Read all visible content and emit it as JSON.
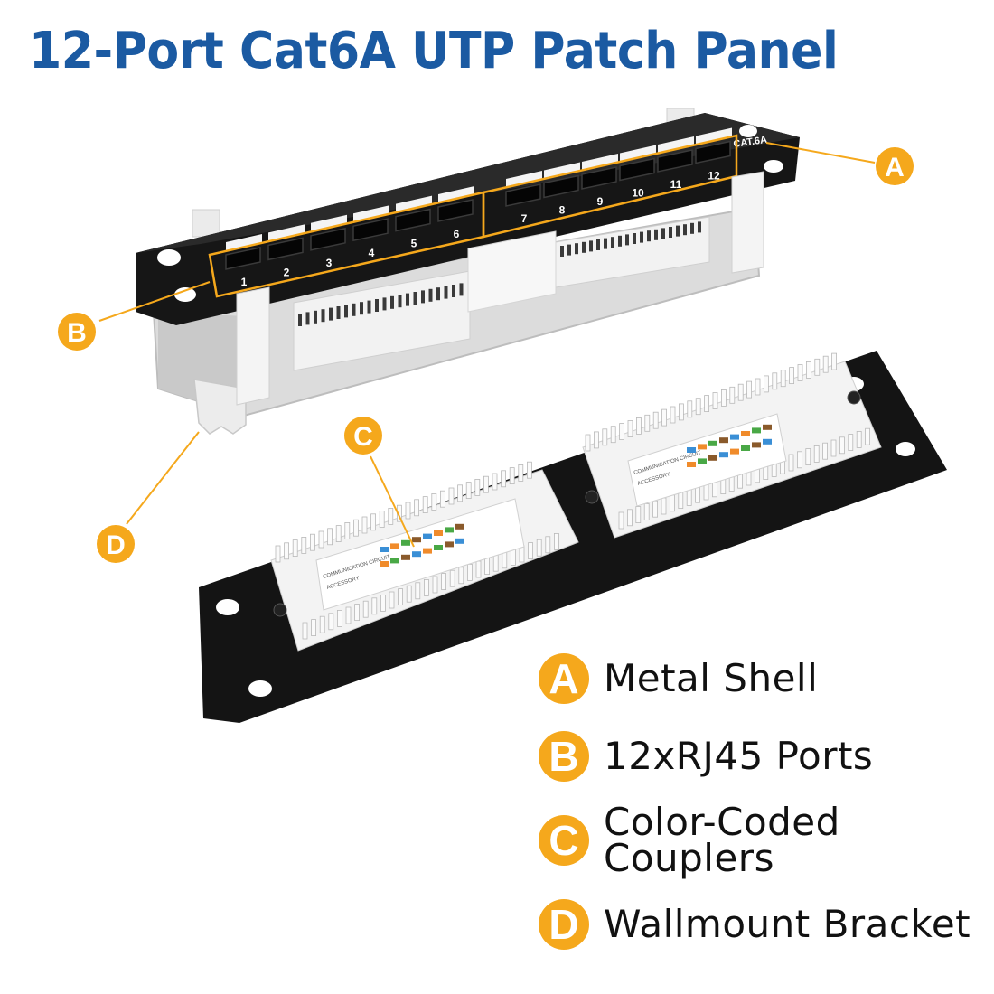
{
  "title": "12-Port Cat6A UTP Patch Panel",
  "accent_color": "#f5a81c",
  "title_color": "#1b5aa2",
  "panel_marking": "CAT.6A",
  "port_numbers": [
    "1",
    "2",
    "3",
    "4",
    "5",
    "6",
    "7",
    "8",
    "9",
    "10",
    "11",
    "12"
  ],
  "rear_label_caption_1": "COMMUNICATION CIRCUIT",
  "rear_label_caption_2": "ACCESSORY",
  "callouts": {
    "a": "A",
    "b": "B",
    "c": "C",
    "d": "D"
  },
  "legend": [
    {
      "letter": "A",
      "label": "Metal Shell"
    },
    {
      "letter": "B",
      "label": "12xRJ45 Ports"
    },
    {
      "letter": "C",
      "label": "Color-Coded Couplers"
    },
    {
      "letter": "D",
      "label": "Wallmount Bracket"
    }
  ]
}
